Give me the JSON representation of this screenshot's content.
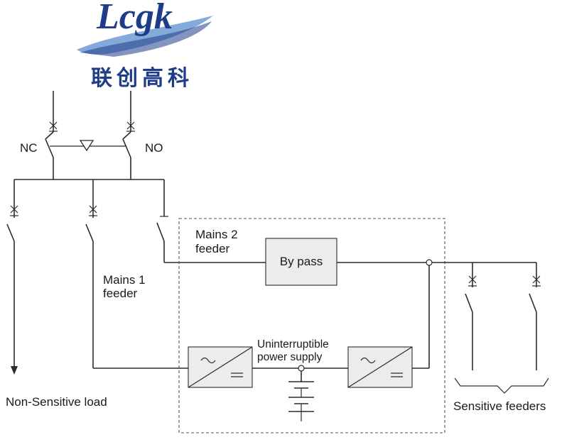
{
  "logo": {
    "wordmark": "Lcgk",
    "chinese_name": "联创高科",
    "colors": {
      "primary": "#1f3c88",
      "light": "#6f9bd4"
    }
  },
  "labels": {
    "nc": "NC",
    "no": "NO",
    "mains2": [
      "Mains 2",
      "feeder"
    ],
    "mains1": [
      "Mains 1",
      "feeder"
    ],
    "bypass": "By pass",
    "ups": [
      "Uninterruptible",
      "power supply"
    ],
    "non_sensitive": "Non-Sensitive load",
    "sensitive": "Sensitive feeders"
  },
  "colors": {
    "line": "#2b2b2b",
    "box_fill": "#ececec",
    "dashed": "#555555"
  }
}
